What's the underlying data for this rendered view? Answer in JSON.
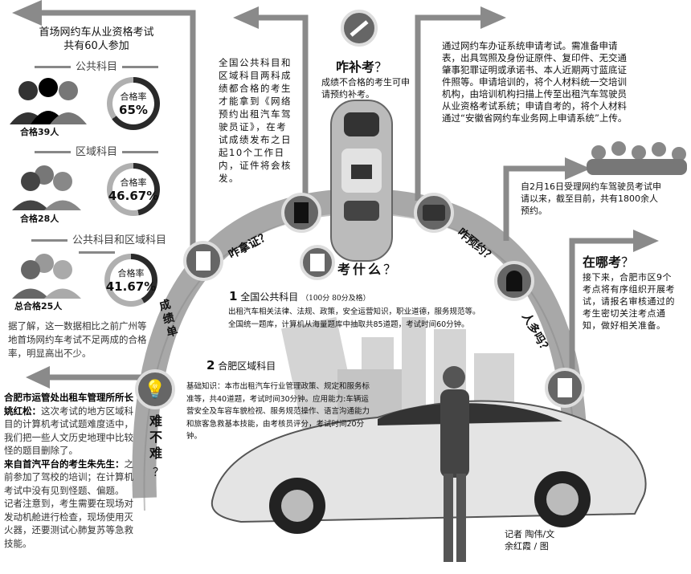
{
  "stats": {
    "title_line1": "首场网约车从业资格考试",
    "title_line2": "共有60人参加",
    "groups": [
      {
        "section": "公共科目",
        "rate_label": "合格率",
        "rate": "65%",
        "rate_value": 65,
        "count": "合格39人"
      },
      {
        "section": "区域科目",
        "rate_label": "合格率",
        "rate": "46.67%",
        "rate_value": 46.67,
        "count": "合格28人"
      },
      {
        "section": "公共科目和区域科目",
        "rate_label": "合格率",
        "rate": "41.67%",
        "rate_value": 41.67,
        "count": "总合格25人"
      }
    ],
    "note": "据了解，这一数据相比之前广州等地首场网约车考试不足两成的合格率，明显高出不少。"
  },
  "difficulty": {
    "speaker1": "合肥市运管处出租车管理所所长姚红松：",
    "quote1": "这次考试的地方区域科目的计算机考试试题难度适中，我们把一些人文历史地理中比较怪的题目删除了。",
    "speaker2": "来自首汽平台的考生朱先生：",
    "quote2": "之前参加了驾校的培训；在计算机考试中没有见到怪题、偏题。",
    "note": "记者注意到，考生需要在现场对发动机舱进行检查，现场使用灭火器，还要测试心肺复苏等急救技能。"
  },
  "arc_labels": {
    "score": "成绩单",
    "difficulty": "难不难",
    "difficulty_q": "？",
    "license": "咋拿证？",
    "booking": "咋预约？",
    "crowd": "人多吗？"
  },
  "license": {
    "text": "全国公共科目和区域科目两科成绩都合格的考生才能拿到《网络预约出租汽车驾驶员证》，在考试成绩发布之日起10个工作日内，证件将会核发。"
  },
  "retake": {
    "title": "咋补考",
    "q": "？",
    "text": "成绩不合格的考生可申请预约补考。"
  },
  "apply": {
    "text": "通过网约车办证系统申请考试。需准备申请表，出具驾照及身份证原件、复印件、无交通肇事犯罪证明或承诺书、本人近期两寸蓝底证件照等。申请培训的，将个人材料统一交培训机构，由培训机构扫描上传至出租汽车驾驶员从业资格考试系统；申请自考的，将个人材料通过“安徽省网约车业务网上申请系统”上传。"
  },
  "crowd": {
    "text": "自2月16日受理网约车驾驶员考试申请以来，截至目前，共有1800余人预约。"
  },
  "where": {
    "title": "在哪考",
    "q": "？",
    "text": "接下来，合肥市区9个考点将有序组织开展考试，请报名审核通过的考生密切关注考点通知，做好相关准备。"
  },
  "what": {
    "title": "考什么",
    "q": "？",
    "s1_num": "1",
    "s1_title": "全国公共科目",
    "s1_note": "（100分 80分及格）",
    "s1_line1": "出租汽车相关法律、法规、政策，安全运营知识，职业道德，服务规范等。",
    "s1_line2": "全国统一题库，计算机从海量题库中抽取共85道题，考试时间60分钟。",
    "s2_num": "2",
    "s2_title": "合肥区域科目",
    "s2_text": "基础知识：本市出租汽车行业管理政策、规定和服务标准等，共40道题，考试时间30分钟。应用能力:车辆运营安全及车容车貌检视、服务规范操作、语言沟通能力和旅客急救基本技能，由考核员评分，考试时间20分钟。"
  },
  "credits": {
    "line1": "记者 陶伟/文",
    "line2": "余红霞 / 图"
  },
  "colors": {
    "arc": "#a8a8a8",
    "arrow": "#8a8a8a",
    "ring_dark": "#2a2a2a",
    "ring_light": "#b0b0b0"
  }
}
